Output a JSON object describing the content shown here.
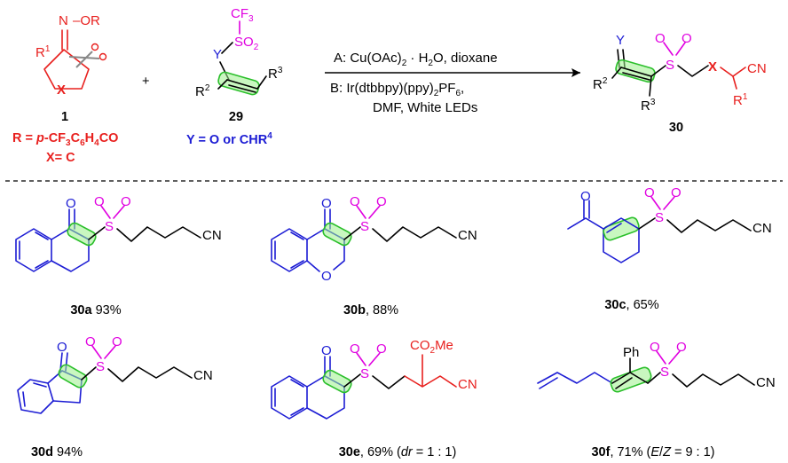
{
  "colors": {
    "blue": "#1c1cd4",
    "red": "#e8201e",
    "magenta": "#e000e0",
    "black": "#000000",
    "green_highlight": "#2bbf2b"
  },
  "scheme": {
    "reactant1": {
      "number": "1",
      "group": "N–OR",
      "ring_atom": "X",
      "substituent": "R1",
      "note_R": "R = p-CF3C6H4CO",
      "note_X": "X= C"
    },
    "plus": "+",
    "reactant2": {
      "number": "29",
      "top": "CF3",
      "so2": "SO2",
      "Y": "Y",
      "R2": "R2",
      "R3": "R3",
      "note": "Y = O or CHR4"
    },
    "conditions": {
      "a": "A: Cu(OAc)2 · H2O, dioxane",
      "b_line1": "B: Ir(dtbbpy)(ppy)2PF6,",
      "b_line2": "DMF, White LEDs"
    },
    "product": {
      "number": "30",
      "Y": "Y",
      "R2": "R2",
      "R3": "R3",
      "S": "S",
      "O": "O",
      "X": "X",
      "CN": "CN",
      "R1": "R1"
    }
  },
  "products": [
    {
      "id": "30a",
      "text": "93%"
    },
    {
      "id": "30b",
      "text": ", 88%"
    },
    {
      "id": "30c",
      "text": ", 65%"
    },
    {
      "id": "30d",
      "text": "94%"
    },
    {
      "id": "30e",
      "text": ", 69% (dr = 1 : 1)"
    },
    {
      "id": "30f",
      "text": ", 71% (E/Z = 9 : 1)"
    }
  ],
  "labels": {
    "O": "O",
    "S": "S",
    "CN": "CN",
    "Ph": "Ph",
    "CO2Me": "CO2Me"
  }
}
